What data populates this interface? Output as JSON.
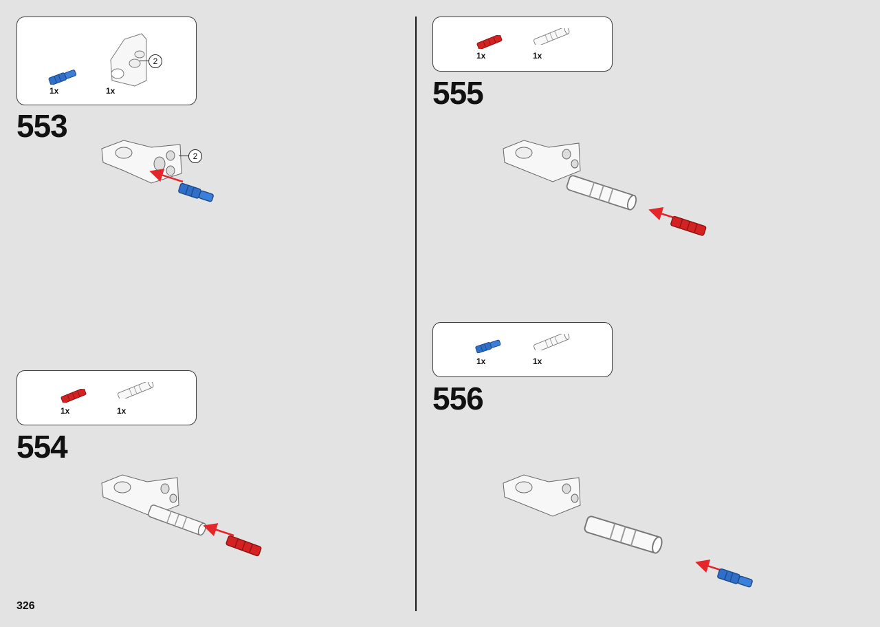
{
  "page": {
    "number": "326"
  },
  "colors": {
    "blue": "#2f6fc8",
    "red": "#d42222",
    "white_part": "#f6f6f6",
    "outline": "#555555",
    "arrow": "#e3262a"
  },
  "steps": [
    {
      "id": "553",
      "number": "553",
      "parts": [
        {
          "icon": "blue-connector-pin-icon",
          "qty": "1x"
        },
        {
          "icon": "white-bracket-icon",
          "qty": "1x",
          "callout": "2"
        }
      ],
      "callout": "2"
    },
    {
      "id": "554",
      "number": "554",
      "parts": [
        {
          "icon": "red-axle-pin-icon",
          "qty": "1x"
        },
        {
          "icon": "white-connector-icon",
          "qty": "1x"
        }
      ]
    },
    {
      "id": "555",
      "number": "555",
      "parts": [
        {
          "icon": "red-axle-pin-icon",
          "qty": "1x"
        },
        {
          "icon": "white-connector-icon",
          "qty": "1x"
        }
      ]
    },
    {
      "id": "556",
      "number": "556",
      "parts": [
        {
          "icon": "blue-connector-pin-icon",
          "qty": "1x"
        },
        {
          "icon": "white-connector-icon",
          "qty": "1x"
        }
      ]
    }
  ]
}
